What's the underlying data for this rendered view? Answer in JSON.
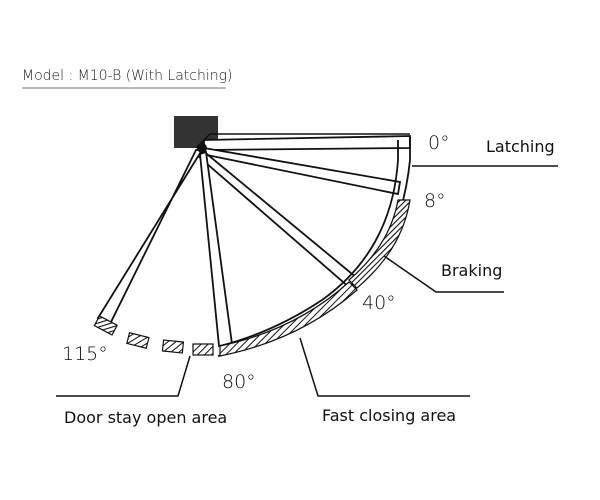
{
  "model": "Model : M10-B (With Latching)",
  "angles": {
    "a0": "0°",
    "a8": "8°",
    "a40": "40°",
    "a80": "80°",
    "a115": "115°"
  },
  "labels": {
    "latching": "Latching",
    "braking": "Braking",
    "door_stay_open": "Door stay open area",
    "fast_closing": "Fast closing area"
  },
  "colors": {
    "ink": "#111111",
    "hinge": "#333333"
  }
}
